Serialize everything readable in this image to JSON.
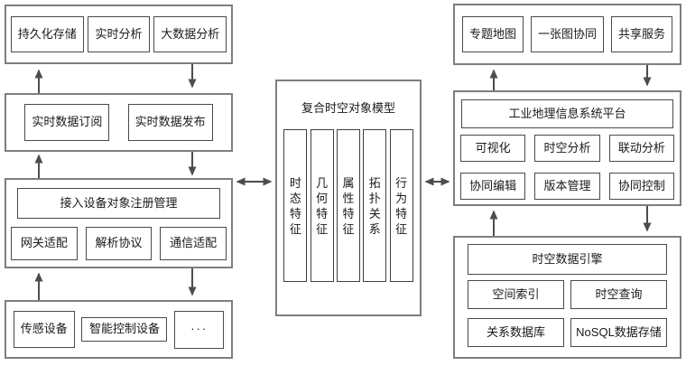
{
  "colors": {
    "background": "#ffffff",
    "outer_border": "#7e7e7e",
    "inner_border": "#4a4a4a",
    "arrow": "#4d4d4d",
    "text": "#1a1a1a"
  },
  "left": {
    "big_data_box": {
      "items": [
        "持久化存储",
        "实时分析",
        "大数据分析"
      ]
    },
    "realtime_box": {
      "items": [
        "实时数据订阅",
        "实时数据发布"
      ]
    },
    "access_box": {
      "title": "接入设备对象注册管理",
      "items": [
        "网关适配",
        "解析协议",
        "通信适配"
      ]
    },
    "device_box": {
      "items": [
        "传感设备",
        "智能控制设备",
        "···"
      ]
    }
  },
  "center": {
    "title": "复合时空对象模型",
    "features": [
      "时态特征",
      "几何特征",
      "属性特征",
      "拓扑关系",
      "行为特征"
    ]
  },
  "right": {
    "map_service_box": {
      "items": [
        "专题地图",
        "一张图协同",
        "共享服务"
      ]
    },
    "gis_platform_box": {
      "title": "工业地理信息系统平台",
      "items": [
        "可视化",
        "时空分析",
        "联动分析",
        "协同编辑",
        "版本管理",
        "协同控制"
      ]
    },
    "data_engine_box": {
      "title": "时空数据引擎",
      "items": [
        "空间索引",
        "时空查询",
        "关系数据库",
        "NoSQL数据存储"
      ]
    }
  }
}
